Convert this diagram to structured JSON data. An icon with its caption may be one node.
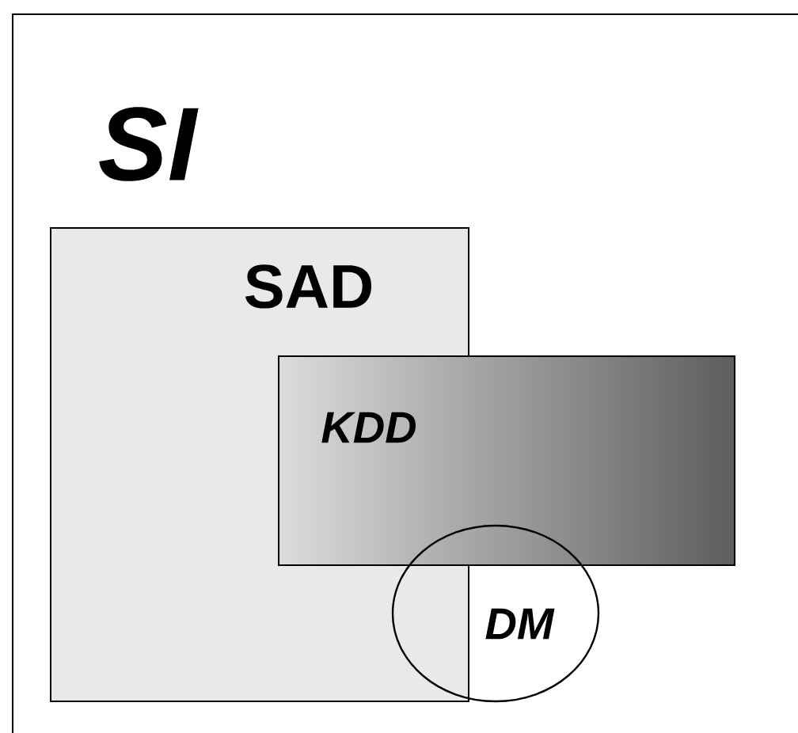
{
  "diagram": {
    "nodes": [
      {
        "text": [
          "SI"
        ]
      },
      {
        "text": [
          "SAD"
        ],
        "in": 0
      },
      {
        "text": [
          "KDD"
        ],
        "in": 0
      },
      {
        "text": [
          "DM"
        ],
        "in": 0
      }
    ]
  }
}
